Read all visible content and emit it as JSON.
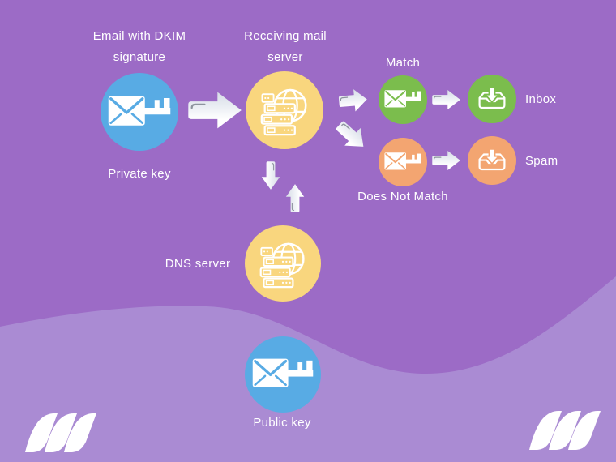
{
  "labels": {
    "email_with_dkim": "Email with DKIM signature",
    "private_key": "Private key",
    "receiving_server": "Receiving mail server",
    "match": "Match",
    "inbox": "Inbox",
    "does_not_match": "Does Not Match",
    "spam": "Spam",
    "dns_server": "DNS server",
    "public_key": "Public key"
  },
  "icons": {
    "private_key_node": "envelope-key-icon",
    "public_key_node": "envelope-key-icon",
    "match_node": "envelope-key-icon",
    "does_not_match_node": "envelope-key-icon",
    "receiving_server_node": "server-globe-icon",
    "dns_server_node": "server-globe-icon",
    "inbox_node": "inbox-tray-icon",
    "spam_node": "inbox-tray-icon",
    "flow_arrows": "block-arrow-icon",
    "brand": "triple-slash-logo"
  },
  "colors": {
    "background_purple": "#9C6BC6",
    "wave_light_purple": "#AA8BD3",
    "key_blue": "#58ABE4",
    "server_yellow": "#F9D67E",
    "match_green": "#7BBD4D",
    "mismatch_orange": "#F3A571",
    "arrow_white": "#FFFFFF",
    "arrow_shade": "#D6DCE6",
    "text_white": "#FFFFFF"
  }
}
